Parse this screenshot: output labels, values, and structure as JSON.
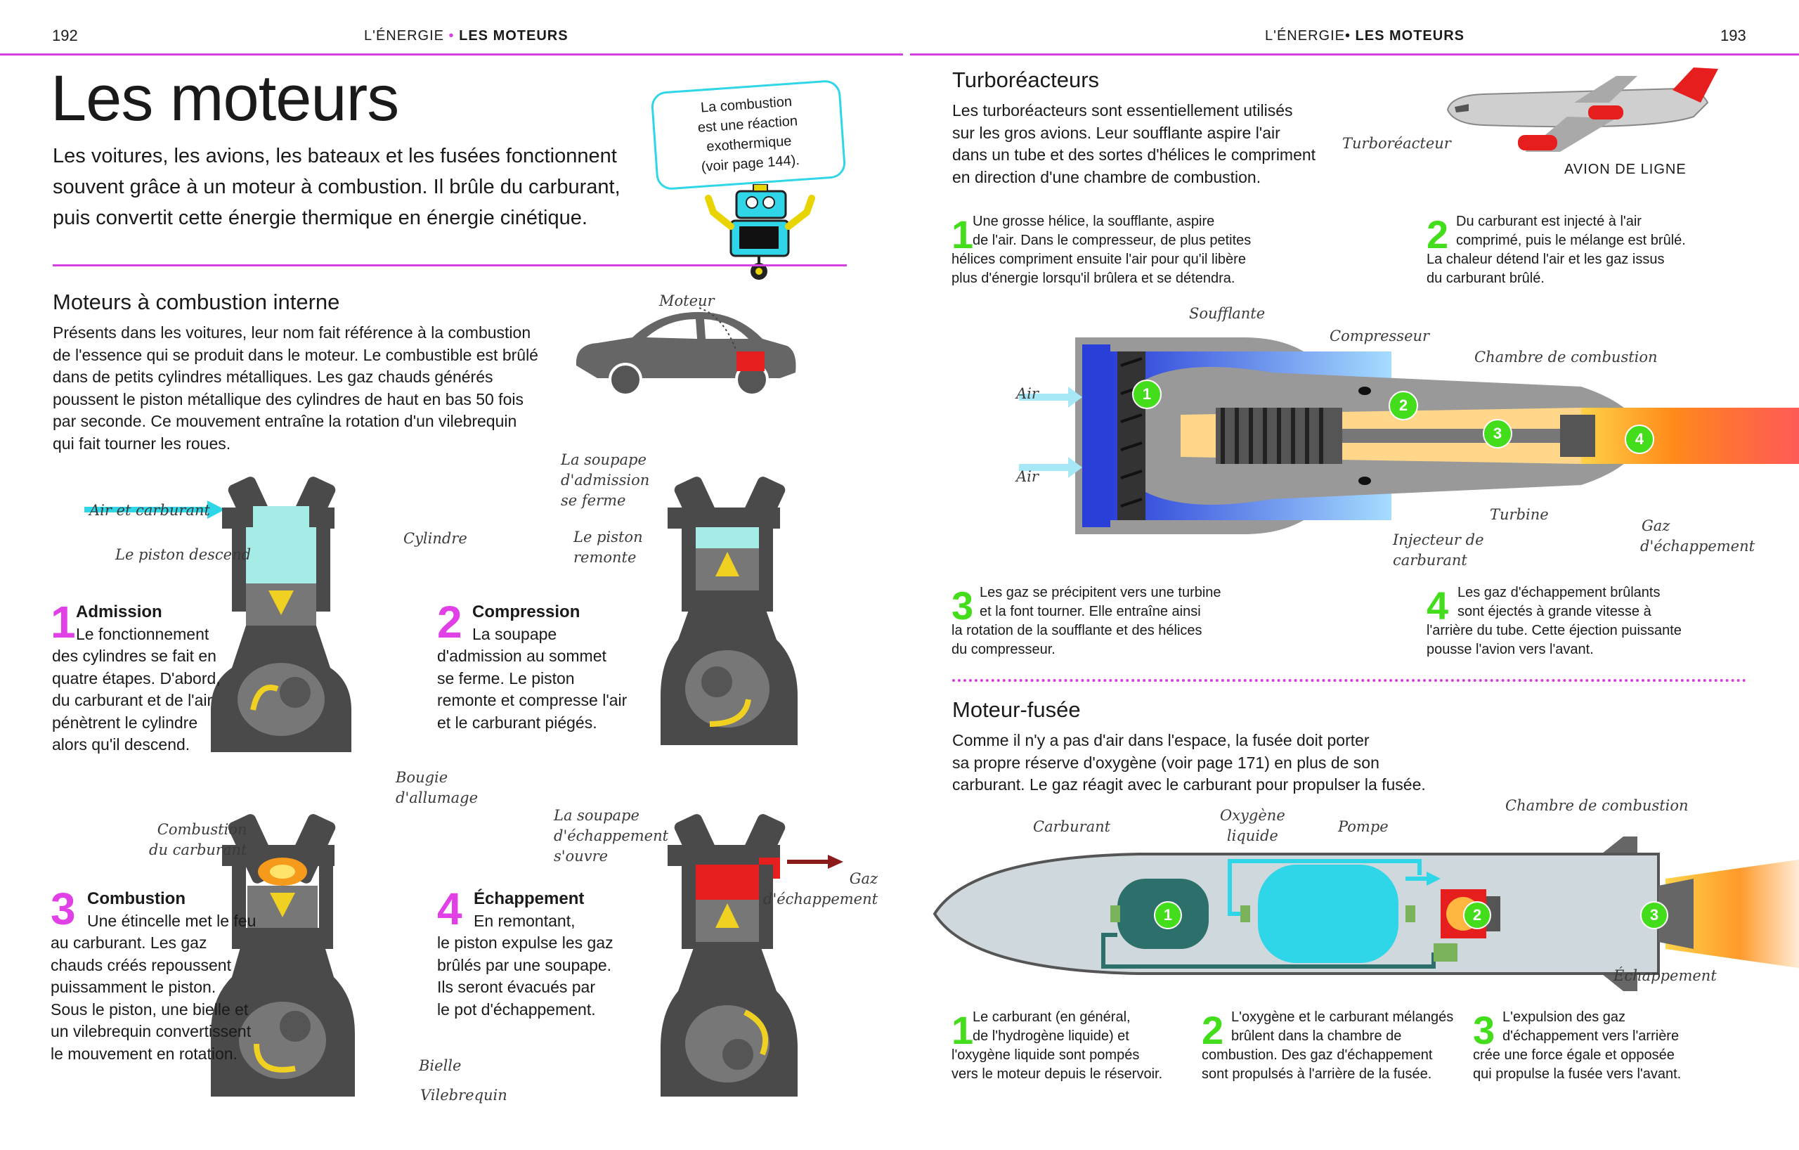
{
  "header": {
    "left_page_number": "192",
    "right_page_number": "193",
    "left_section": "L'ÉNERGIE",
    "left_bullet": "•",
    "left_title": "LES MOTEURS",
    "right_section": "L'ÉNERGIE•",
    "right_title": "LES MOTEURS"
  },
  "left": {
    "title": "Les moteurs",
    "intro": [
      "Les voitures, les avions, les bateaux et les fusées fonctionnent",
      "souvent grâce à un moteur à combustion. Il brûle du carburant,",
      "puis convertit cette énergie thermique en énergie cinétique."
    ],
    "robot_bubble": [
      "La combustion",
      "est une réaction",
      "exothermique",
      "(voir page 144)."
    ],
    "ice_heading": "Moteurs à combustion interne",
    "ice_text": [
      "Présents dans les voitures, leur nom fait référence à la combustion",
      "de l'essence qui se produit dans le moteur. Le combustible est brûlé",
      "dans de petits cylindres métalliques. Les gaz chauds générés",
      "poussent le piston métallique des cylindres de haut en bas 50 fois",
      "par seconde. Ce mouvement entraîne la rotation d'un vilebrequin",
      "qui fait tourner les roues."
    ],
    "car_label": "Moteur",
    "labels": {
      "air_fuel": "Air et carburant",
      "cylinder": "Cylindre",
      "piston_down": "Le piston descend",
      "intake_valve": [
        "La soupape",
        "d'admission",
        "se ferme"
      ],
      "piston_up": [
        "Le piston",
        "remonte"
      ],
      "spark_plug": [
        "Bougie",
        "d'allumage"
      ],
      "fuel_combustion": [
        "Combustion",
        "du carburant"
      ],
      "exhaust_valve": [
        "La soupape",
        "d'échappement",
        "s'ouvre"
      ],
      "exhaust_gas": [
        "Gaz",
        "d'échappement"
      ],
      "rod": "Bielle",
      "crankshaft": "Vilebrequin"
    },
    "steps": [
      {
        "num": "1",
        "title": "Admission",
        "lines": [
          "Le fonctionnement",
          "des cylindres se fait en",
          "quatre étapes. D'abord,",
          "du carburant et de l'air",
          "pénètrent le cylindre",
          "alors qu'il descend."
        ]
      },
      {
        "num": "2",
        "title": "Compression",
        "lines": [
          "La soupape",
          "d'admission au sommet",
          "se ferme. Le piston",
          "remonte et compresse l'air",
          "et le carburant piégés."
        ]
      },
      {
        "num": "3",
        "title": "Combustion",
        "lines": [
          "Une étincelle met le feu",
          "au carburant. Les gaz",
          "chauds créés repoussent",
          "puissamment le piston.",
          "Sous le piston, une bielle et",
          "un vilebrequin convertissent",
          "le mouvement en rotation."
        ]
      },
      {
        "num": "4",
        "title": "Échappement",
        "lines": [
          "En remontant,",
          "le piston expulse les gaz",
          "brûlés par une soupape.",
          "Ils seront évacués par",
          "le pot d'échappement."
        ]
      }
    ]
  },
  "right": {
    "turbo_heading": "Turboréacteurs",
    "turbo_text": [
      "Les turboréacteurs sont essentiellement utilisés",
      "sur les gros avions. Leur soufflante aspire l'air",
      "dans un tube et des sortes d'hélices le compriment",
      "en direction d'une chambre de combustion."
    ],
    "plane_label": "Turboréacteur",
    "plane_caption": "AVION DE LIGNE",
    "turbo_steps": [
      {
        "num": "1",
        "lines": [
          "Une grosse hélice, la soufflante, aspire",
          "de l'air. Dans le compresseur, de plus petites",
          "hélices compriment ensuite l'air pour qu'il libère",
          "plus d'énergie lorsqu'il brûlera et se détendra."
        ]
      },
      {
        "num": "2",
        "lines": [
          "Du carburant est injecté à l'air",
          "comprimé, puis le mélange est brûlé.",
          "La chaleur détend l'air et les gaz issus",
          "du carburant brûlé."
        ]
      },
      {
        "num": "3",
        "lines": [
          "Les gaz se précipitent vers une turbine",
          "et la font tourner. Elle entraîne ainsi",
          "la rotation de la soufflante et des hélices",
          "du compresseur."
        ]
      },
      {
        "num": "4",
        "lines": [
          "Les gaz d'échappement brûlants",
          "sont éjectés à grande vitesse à",
          "l'arrière du tube. Cette éjection puissante",
          "pousse l'avion vers l'avant."
        ]
      }
    ],
    "engine_labels": {
      "fan": "Soufflante",
      "compressor": "Compresseur",
      "chamber": "Chambre de combustion",
      "air1": "Air",
      "air2": "Air",
      "turbine": "Turbine",
      "injector": [
        "Injecteur de",
        "carburant"
      ],
      "exhaust": [
        "Gaz",
        "d'échappement"
      ],
      "markers": [
        "1",
        "2",
        "3",
        "4"
      ]
    },
    "rocket_heading": "Moteur-fusée",
    "rocket_text": [
      "Comme il n'y a pas d'air dans l'espace, la fusée doit porter",
      "sa propre réserve d'oxygène (voir page 171) en plus de son",
      "carburant. Le gaz réagit avec le carburant pour propulser la fusée."
    ],
    "rocket_labels": {
      "fuel": "Carburant",
      "oxygen": [
        "Oxygène",
        "liquide"
      ],
      "pump": "Pompe",
      "chamber": "Chambre de combustion",
      "exhaust": "Échappement",
      "markers": [
        "1",
        "2",
        "3"
      ]
    },
    "rocket_steps": [
      {
        "num": "1",
        "lines": [
          "Le carburant (en général,",
          "de l'hydrogène liquide) et",
          "l'oxygène liquide sont pompés",
          "vers le moteur depuis le réservoir."
        ]
      },
      {
        "num": "2",
        "lines": [
          "L'oxygène et le carburant mélangés",
          "brûlent dans la chambre de",
          "combustion. Des gaz d'échappement",
          "sont propulsés à l'arrière de la fusée."
        ]
      },
      {
        "num": "3",
        "lines": [
          "L'expulsion des gaz",
          "d'échappement vers l'arrière",
          "crée une force égale et opposée",
          "qui propulse la fusée vers l'avant."
        ]
      }
    ]
  },
  "colors": {
    "accent_magenta": "#e040e6",
    "accent_green": "#44dd1c",
    "cyan": "#2ed6e8",
    "engine_gray": "#4a4a4a"
  }
}
